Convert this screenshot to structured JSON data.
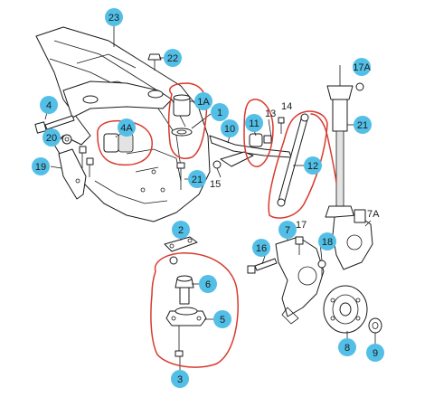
{
  "colors": {
    "callout_fill": "#53bfe6",
    "markup_red": "#d83a2e",
    "line": "#1a1a1a"
  },
  "callouts": {
    "c23": "23",
    "c22": "22",
    "c4": "4",
    "c20": "20",
    "c19": "19",
    "c4a": "4A",
    "c1a": "1A",
    "c1": "1",
    "c10": "10",
    "c11": "11",
    "c21_top": "21",
    "c21_mid": "21",
    "c17a": "17A",
    "c12": "12",
    "c2": "2",
    "c6": "6",
    "c5": "5",
    "c3": "3",
    "c16": "16",
    "c7": "7",
    "c18": "18",
    "c8": "8",
    "c9": "9"
  },
  "labels": {
    "l13": "13",
    "l14": "14",
    "l15": "15",
    "l17": "17",
    "l7a": "7A"
  }
}
